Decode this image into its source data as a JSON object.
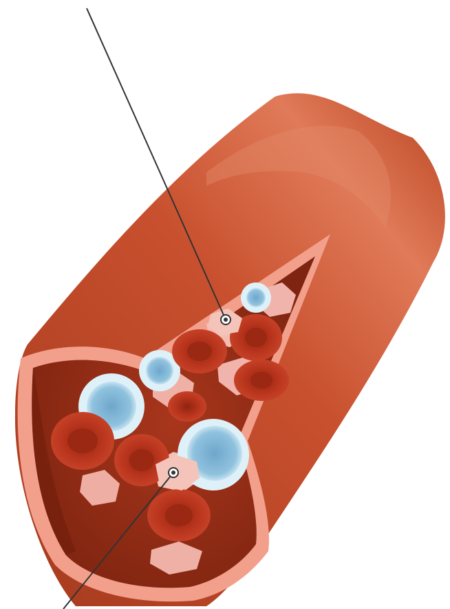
{
  "diagram": {
    "subject": "blood-vessel-cross-section",
    "labels": [],
    "callouts": [
      {
        "name": "callout-upper",
        "target": "plasma-cell-upper"
      },
      {
        "name": "callout-lower",
        "target": "plasma-cell-lower"
      }
    ]
  },
  "colors": {
    "vessel_outer": "#c8502e",
    "vessel_highlight": "#e07a58",
    "vessel_shadow": "#a63a1e",
    "vessel_wall_pink": "#f2a08c",
    "lumen_dark": "#8f2a14",
    "red_cell": "#b8341c",
    "red_cell_center": "#9a2812",
    "white_cell_outer": "#d8eef6",
    "white_cell_nucleus": "#7fb4d6",
    "platelet": "#f0b4ac",
    "leader_line": "#333333"
  },
  "icons": [
    "callout-dot-icon",
    "callout-dot-icon"
  ]
}
